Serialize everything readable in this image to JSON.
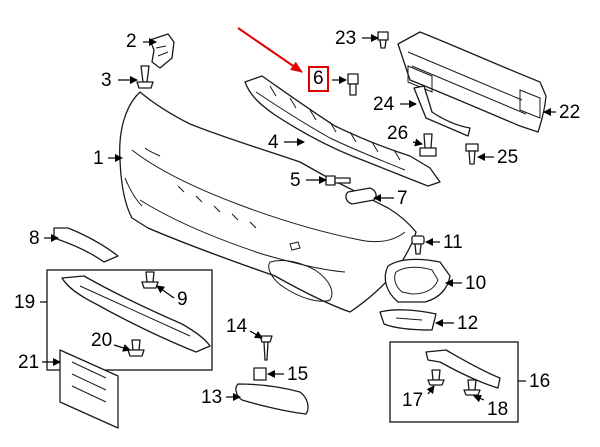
{
  "diagram": {
    "highlight_color": "#e00000",
    "callouts": [
      {
        "id": "1",
        "text": "1"
      },
      {
        "id": "2",
        "text": "2"
      },
      {
        "id": "3",
        "text": "3"
      },
      {
        "id": "4",
        "text": "4"
      },
      {
        "id": "5",
        "text": "5"
      },
      {
        "id": "6",
        "text": "6",
        "highlighted": true
      },
      {
        "id": "7",
        "text": "7"
      },
      {
        "id": "8",
        "text": "8"
      },
      {
        "id": "9",
        "text": "9"
      },
      {
        "id": "10",
        "text": "10"
      },
      {
        "id": "11",
        "text": "11"
      },
      {
        "id": "12",
        "text": "12"
      },
      {
        "id": "13",
        "text": "13"
      },
      {
        "id": "14",
        "text": "14"
      },
      {
        "id": "15",
        "text": "15"
      },
      {
        "id": "16",
        "text": "16"
      },
      {
        "id": "17",
        "text": "17"
      },
      {
        "id": "18",
        "text": "18"
      },
      {
        "id": "19",
        "text": "19"
      },
      {
        "id": "20",
        "text": "20"
      },
      {
        "id": "21",
        "text": "21"
      },
      {
        "id": "22",
        "text": "22"
      },
      {
        "id": "23",
        "text": "23"
      },
      {
        "id": "24",
        "text": "24"
      },
      {
        "id": "25",
        "text": "25"
      },
      {
        "id": "26",
        "text": "26"
      }
    ]
  }
}
